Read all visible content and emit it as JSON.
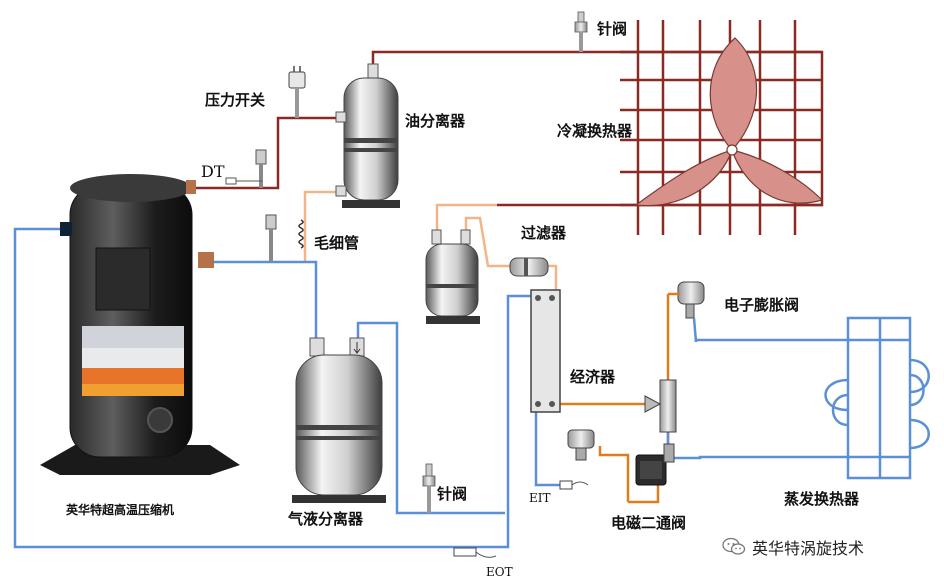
{
  "labels": {
    "needle_valve_top": "针阀",
    "pressure_switch": "压力开关",
    "oil_separator": "油分离器",
    "condenser": "冷凝换热器",
    "dt": "DT",
    "capillary": "毛细管",
    "filter": "过滤器",
    "electronic_expansion_valve": "电子膨胀阀",
    "economizer": "经济器",
    "compressor": "英华特超高温压缩机",
    "needle_valve_bottom": "针阀",
    "gas_liquid_separator": "气液分离器",
    "eit": "EIT",
    "solenoid_valve": "电磁二通阀",
    "evaporator": "蒸发换热器",
    "eot": "EOT"
  },
  "watermark": "英华特涡旋技术",
  "colors": {
    "high_pressure_line": "#8b2a23",
    "suction_line": "#5b8fd6",
    "liquid_line": "#e07b1e",
    "capillary_line": "#f2b58a",
    "condenser_fan": "#d8908a"
  }
}
